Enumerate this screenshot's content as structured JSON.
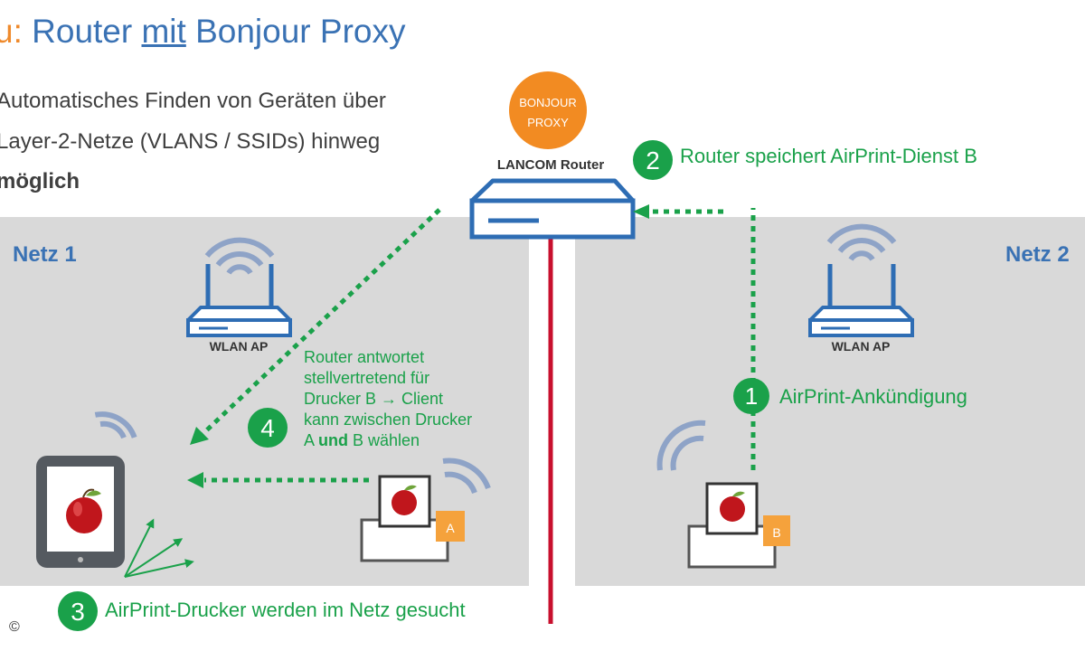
{
  "title": {
    "prefix": "u:",
    "pre_mit": "Router ",
    "mit": "mit",
    "post_mit": " Bonjour Proxy"
  },
  "bullets": [
    "Automatisches Finden von Geräten über",
    "Layer-2-Netze (VLANS / SSIDs) hinweg",
    "möglich"
  ],
  "network_labels": {
    "left": "Netz 1",
    "right": "Netz 2"
  },
  "router": {
    "label": "LANCOM Router",
    "badge_line1": "BONJOUR",
    "badge_line2": "PROXY"
  },
  "access_points": {
    "left_label": "WLAN AP",
    "right_label": "WLAN AP"
  },
  "printers": {
    "a_label": "A",
    "b_label": "B"
  },
  "steps": [
    {
      "number": "1",
      "text": "AirPrint-Ankündigung"
    },
    {
      "number": "2",
      "text": "Router speichert AirPrint-Dienst B"
    },
    {
      "number": "3",
      "text": "AirPrint-Drucker werden im Netz gesucht"
    },
    {
      "number": "4",
      "text_l1": "Router antwortet",
      "text_l2": "stellvertretend für",
      "text_l3": "Drucker B → Client",
      "text_l4": "kann zwischen Drucker",
      "text_l5_a": "A ",
      "text_l5_b": "und",
      "text_l5_c": " B wählen"
    }
  ],
  "copyright": "©",
  "colors": {
    "title_blue": "#3a72b4",
    "title_orange": "#ef8a2c",
    "step_green": "#1aa14a",
    "panel_gray": "#d9d9d9",
    "router_blue": "#2e6db4",
    "badge_orange": "#f28b22",
    "divider_red": "#c8102e",
    "label_a_orange": "#f5a23c"
  }
}
